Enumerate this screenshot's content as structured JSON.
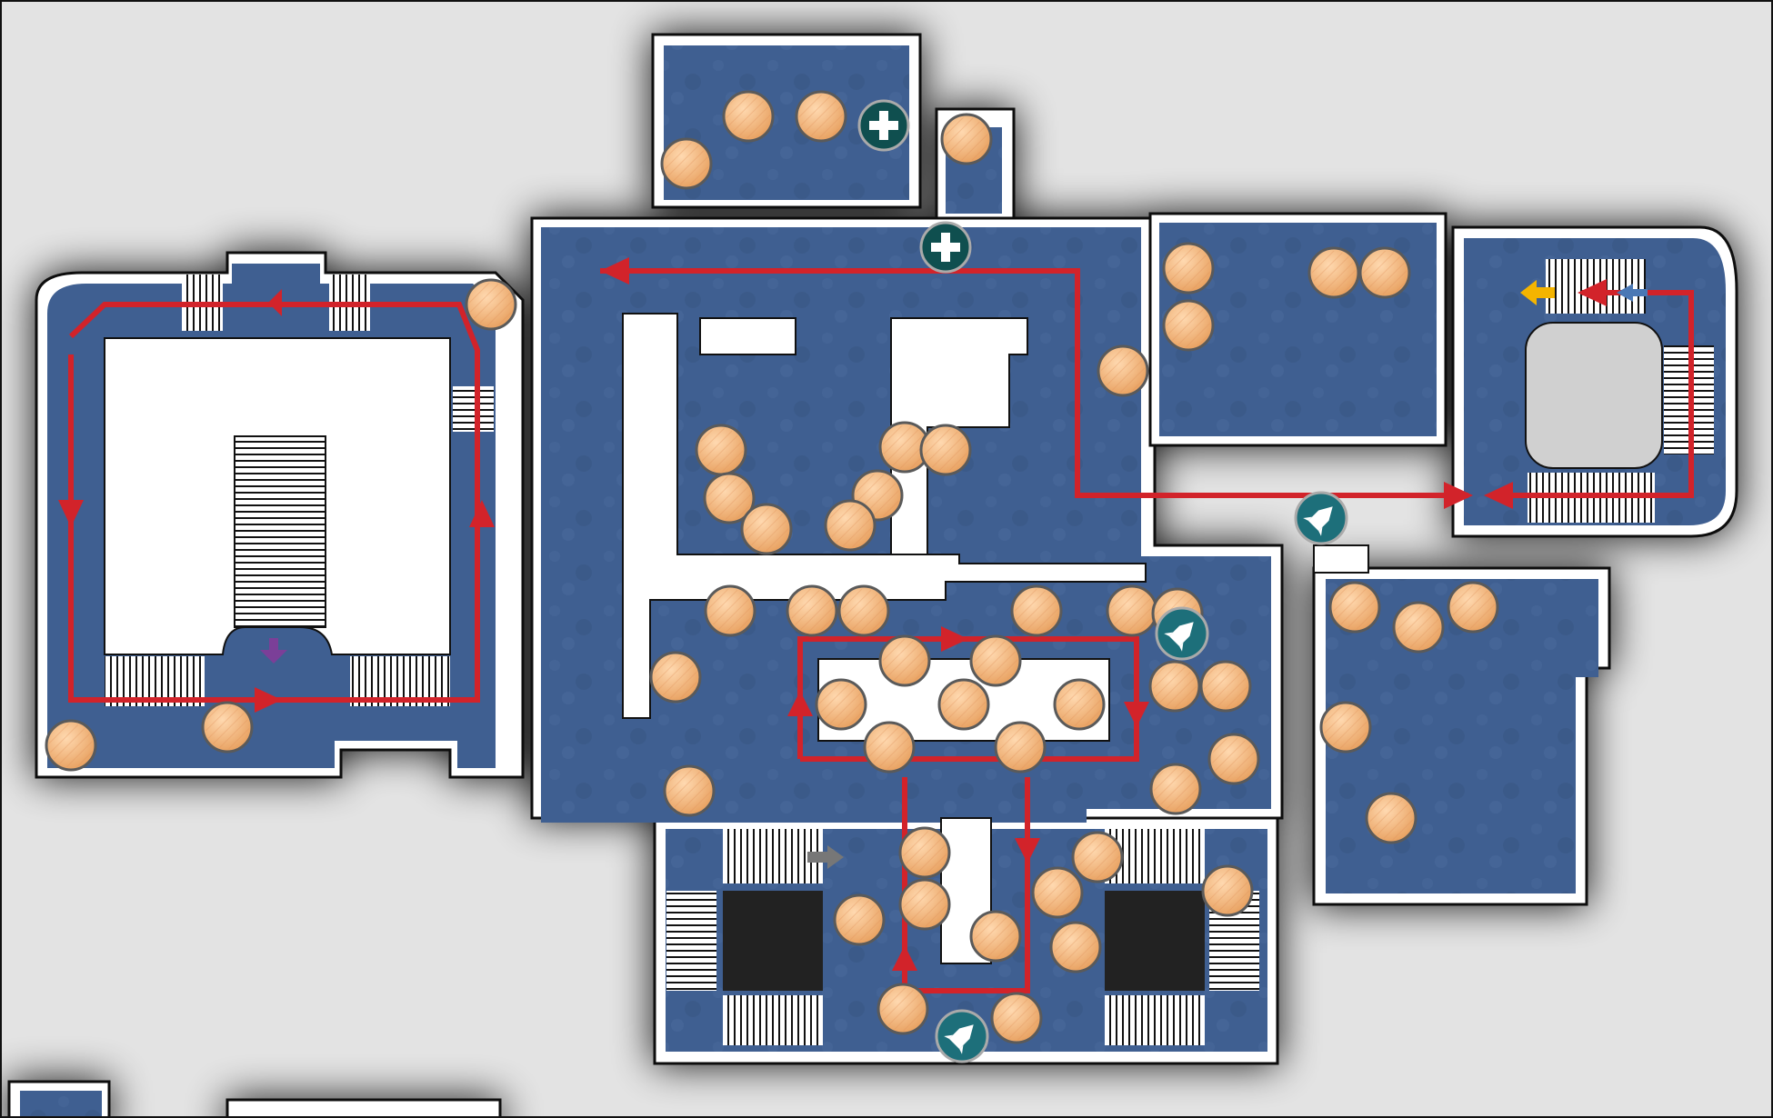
{
  "map": {
    "colors": {
      "floor": "#3f5f91",
      "wall": "#ffffff",
      "route": "#d2232a",
      "collectible": "#f2b37a",
      "health_pickup": "#0f4f4f",
      "speed_pickup": "#1d6f7a",
      "marker_purple": "#7b3f98",
      "marker_yellow": "#f4b400",
      "marker_blue": "#4a78b5",
      "marker_gray": "#777777"
    },
    "legend_icons": {
      "collectible": "orange-orb-icon",
      "health": "plus-icon",
      "speed": "rocket-icon"
    },
    "counts": {
      "collectibles": 53,
      "health_pickups": 2,
      "speed_pickups": 3
    }
  }
}
